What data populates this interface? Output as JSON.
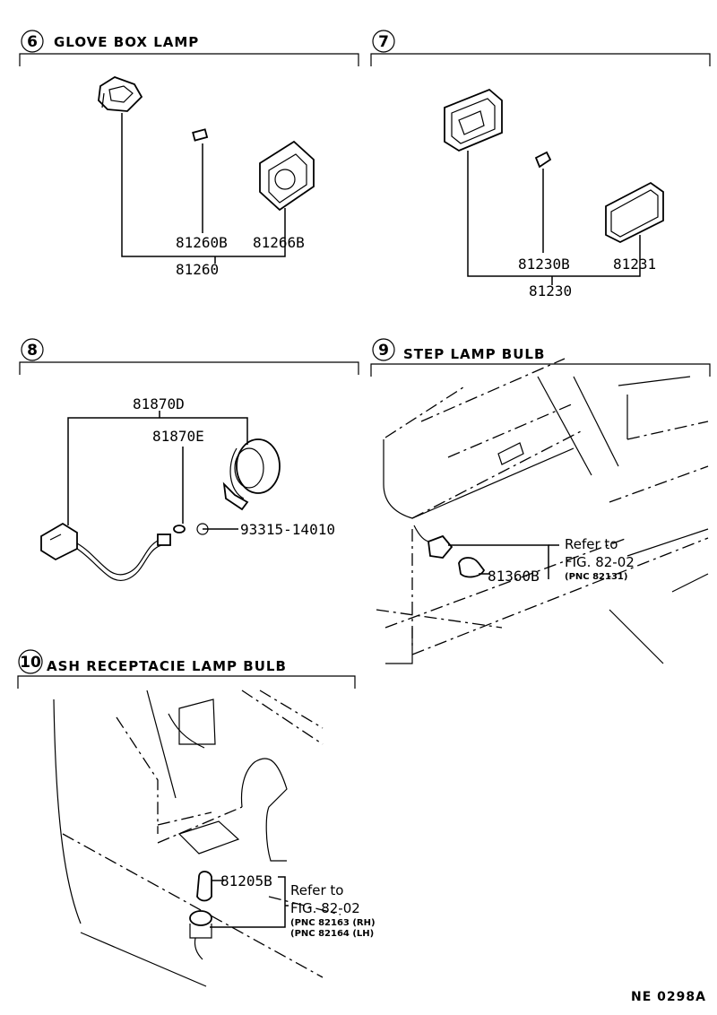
{
  "sections": [
    {
      "number": "6",
      "title": "GLOVE BOX LAMP"
    },
    {
      "number": "7",
      "title": ""
    },
    {
      "number": "8",
      "title": ""
    },
    {
      "number": "9",
      "title": "STEP LAMP BULB"
    },
    {
      "number": "10",
      "title": "ASH RECEPTACIE LAMP BULB"
    }
  ],
  "parts": {
    "s6": [
      "81260B",
      "81266B",
      "81260"
    ],
    "s7": [
      "81230B",
      "81231",
      "81230"
    ],
    "s8": [
      "81870D",
      "81870E",
      "93315-14010"
    ],
    "s9": [
      "81360B"
    ],
    "s10": [
      "81205B"
    ]
  },
  "refs": {
    "s9": {
      "line1": "Refer to",
      "line2": "FIG. 82-02",
      "pnc": "(PNC 82131)"
    },
    "s10": {
      "line1": "Refer to",
      "line2": "FIG. 82-02",
      "pnc1": "(PNC 82163 (RH)",
      "pnc2": "(PNC 82164 (LH)"
    }
  },
  "footer_code": "NE  0298A"
}
